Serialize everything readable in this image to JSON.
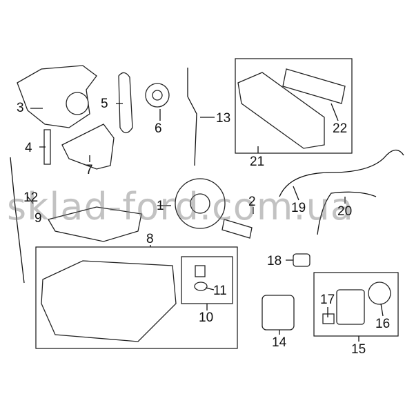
{
  "watermark": "sklad-ford.com.ua",
  "callouts": {
    "c1": "1",
    "c2": "2",
    "c3": "3",
    "c4": "4",
    "c5": "5",
    "c6": "6",
    "c7": "7",
    "c8": "8",
    "c9": "9",
    "c10": "10",
    "c11": "11",
    "c12": "12",
    "c13": "13",
    "c14": "14",
    "c15": "15",
    "c16": "16",
    "c17": "17",
    "c18": "18",
    "c19": "19",
    "c20": "20",
    "c21": "21",
    "c22": "22"
  }
}
